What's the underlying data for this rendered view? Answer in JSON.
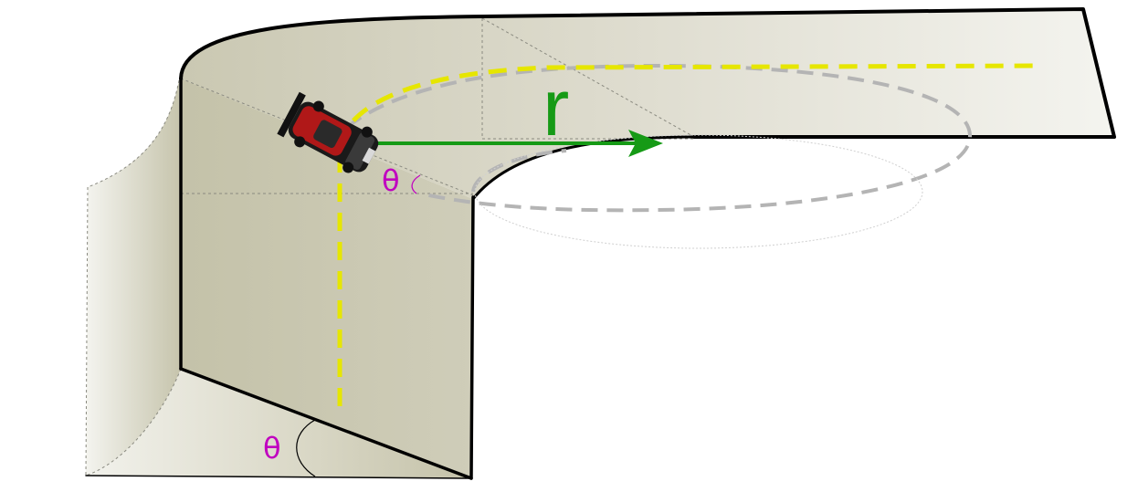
{
  "labels": {
    "radius": "r",
    "angle_top": "θ",
    "angle_bottom": "θ"
  },
  "colors": {
    "radius": "#169a16",
    "angle": "#c000c0",
    "path": "#e6e600",
    "outline": "#000000",
    "orbit": "#b4b4b4",
    "surface_light": "#f0f0ea",
    "surface_dark": "#c9c7b0"
  },
  "icons": {
    "car": "race-car-icon"
  }
}
